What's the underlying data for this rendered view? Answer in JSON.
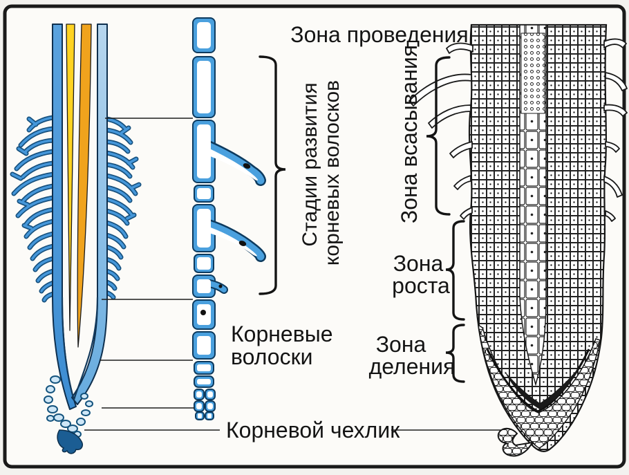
{
  "labels": {
    "conduction_zone": "Зона проведения",
    "absorption_zone": "Зона всасывания",
    "hair_stages_line1": "Стадии развития",
    "hair_stages_line2": "корневых волосков",
    "root_hairs_line1": "Корневые",
    "root_hairs_line2": "волоски",
    "growth_zone_line1": "Зона",
    "growth_zone_line2": "роста",
    "division_zone_line1": "Зона",
    "division_zone_line2": "деления",
    "root_cap": "Корневой чехлик"
  },
  "colors": {
    "ink": "#161616",
    "frame": "#1a1a1a",
    "paper": "#fcfbf8",
    "page_background": "#f3f2ef",
    "root_blue": "#4596d8",
    "root_light_blue": "#a9cfe9",
    "vascular_yellow": "#ffd322",
    "vascular_orange": "#f0a31d",
    "cell_wall_blue": "#0d3a5e",
    "cell_fill_blue": "#4aa0de",
    "hair_outline_blue": "#17517e",
    "hair_fill_blue": "#4597da"
  }
}
